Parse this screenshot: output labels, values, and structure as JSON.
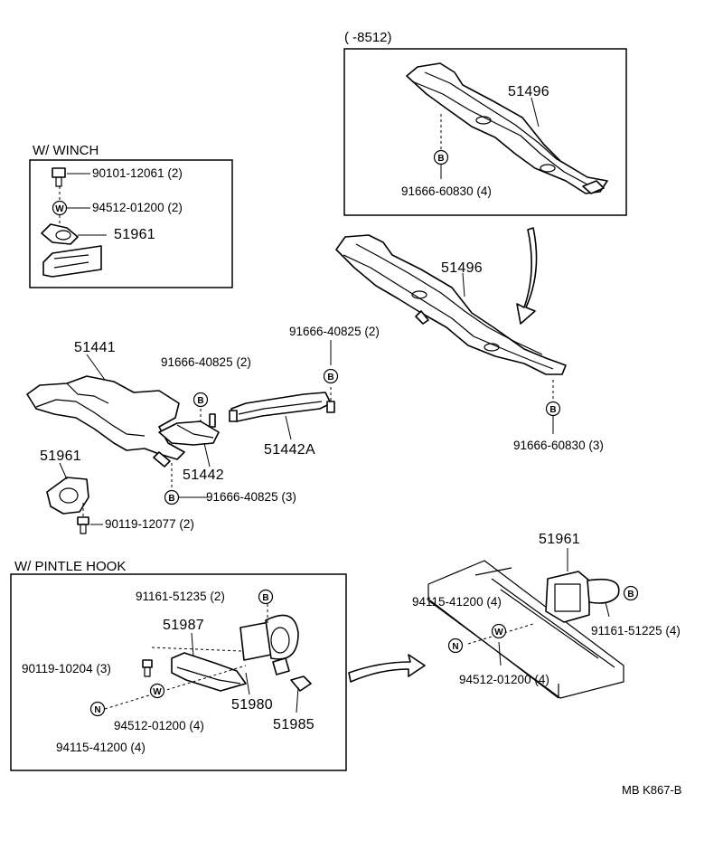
{
  "boxes": {
    "winch_title": "W/ WINCH",
    "upper_title": "(        -8512)",
    "pintle_title": "W/ PINTLE  HOOK"
  },
  "parts": {
    "p51496_upper": "51496",
    "p91666_60830_4": "91666-60830 (4)",
    "p90101": "90101-12061 (2)",
    "p94512_2": "94512-01200 (2)",
    "p51961_winch": "51961",
    "p51496_main": "51496",
    "p91666_40825_2_right": "91666-40825 (2)",
    "p51441": "51441",
    "p91666_40825_2_left": "91666-40825 (2)",
    "p51442A": "51442A",
    "p91666_60830_3": "91666-60830 (3)",
    "p51442": "51442",
    "p51961_left": "51961",
    "p91666_40825_3": "91666-40825 (3)",
    "p90119_12077": "90119-12077 (2)",
    "p91161_51235": "91161-51235 (2)",
    "p51987": "51987",
    "p90119_10204": "90119-10204 (3)",
    "p94512_4_pintle": "94512-01200 (4)",
    "p51980": "51980",
    "p94115_pintle": "94115-41200 (4)",
    "p51985": "51985",
    "p51961_right": "51961",
    "p94115_right": "94115-41200 (4)",
    "p91161_51225": "91161-51225 (4)",
    "p94512_4_right": "94512-01200 (4)"
  },
  "symbols": {
    "bolt": "B",
    "washer": "W",
    "nut": "N"
  },
  "footer": {
    "code": "MB  K867-B"
  }
}
